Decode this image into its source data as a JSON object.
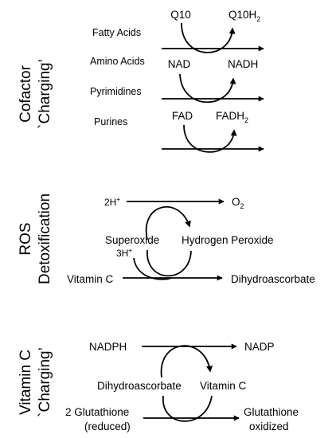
{
  "sections": {
    "cofactor": {
      "title_line1": "Cofactor",
      "title_line2": "`Charging’",
      "substrates": {
        "fatty_acids": "Fatty Acids",
        "amino_acids": "Amino Acids",
        "pyrimidines": "Pyrimidines",
        "purines": "Purines"
      },
      "q10": {
        "in": "Q10",
        "out_base": "Q10H",
        "out_sub": "2"
      },
      "nad": {
        "in": "NAD",
        "out": "NADH"
      },
      "fad": {
        "in": "FAD",
        "out_base": "FADH",
        "out_sub": "2"
      }
    },
    "ros": {
      "title_line1": "ROS",
      "title_line2": "Detoxification",
      "h2_in_base": "2H",
      "h2_in_sup": "+",
      "o2_base": "O",
      "o2_sub": "2",
      "superoxide": "Superoxide",
      "hydrogen_peroxide": "Hydrogen Peroxide",
      "h3_base": "3H",
      "h3_sup": "+",
      "vitamin_c": "Vitamin C",
      "dihydroascorbate": "Dihydroascorbate"
    },
    "vitc": {
      "title_line1": "Vitamin C",
      "title_line2": "`Charging’",
      "nadph": "NADPH",
      "nadp": "NADP",
      "dihydroascorbate": "Dihydroascorbate",
      "vitamin_c": "Vitamin C",
      "glutathione_in_line1": "2 Glutathione",
      "glutathione_in_line2": "(reduced)",
      "glutathione_out_line1": "Glutathione",
      "glutathione_out_line2": "oxidized"
    }
  },
  "colors": {
    "ink": "#000000",
    "background": "#ffffff"
  }
}
